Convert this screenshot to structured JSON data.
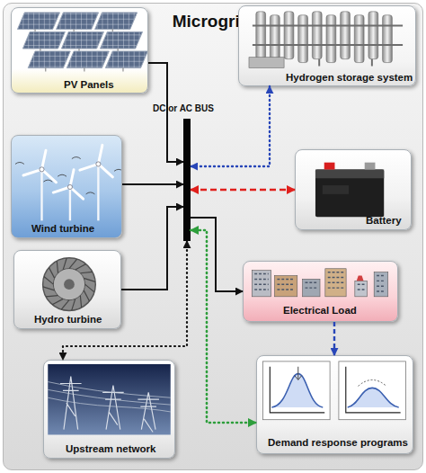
{
  "diagram": {
    "title": "Microgrid",
    "nodes": [
      {
        "text": [
          "PV Panels"
        ]
      },
      {
        "text": [
          "Hydrogen storage system"
        ]
      },
      {
        "text": [
          "DC or AC BUS"
        ]
      },
      {
        "text": [
          "Wind turbine"
        ]
      },
      {
        "text": [
          "Battery"
        ]
      },
      {
        "text": [
          "Hydro turbine"
        ]
      },
      {
        "text": [
          "Electrical Load"
        ]
      },
      {
        "text": [
          "Upstream network"
        ]
      },
      {
        "text": [
          "Demand response programs"
        ]
      }
    ],
    "edges": [
      {
        "from": 0,
        "to": 2,
        "arrow": "to"
      },
      {
        "from": 3,
        "to": 2,
        "arrow": "to"
      },
      {
        "from": 5,
        "to": 2,
        "arrow": "to"
      },
      {
        "from": 1,
        "to": 2,
        "arrow": "both"
      },
      {
        "from": 2,
        "to": 4,
        "arrow": "both"
      },
      {
        "from": 2,
        "to": 6,
        "arrow": "to"
      },
      {
        "from": 6,
        "to": 8,
        "arrow": "to"
      },
      {
        "from": 2,
        "to": 7,
        "arrow": "both"
      },
      {
        "from": 2,
        "to": 8,
        "arrow": "both"
      }
    ]
  }
}
